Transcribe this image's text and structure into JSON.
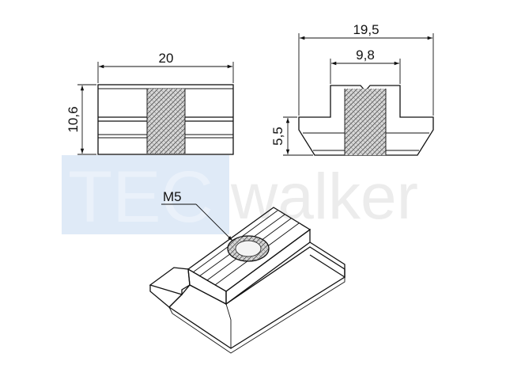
{
  "watermark": {
    "prefix": "TEC",
    "suffix": "walker",
    "box_color": "#dfeaf7"
  },
  "views": {
    "side": {
      "width_label": "20",
      "height_label": "10,6"
    },
    "front": {
      "overall_width_label": "19,5",
      "top_width_label": "9,8",
      "lower_height_label": "5,5"
    },
    "iso": {
      "thread_label": "M5"
    }
  },
  "colors": {
    "line": "#111111",
    "thread": "#888888"
  }
}
